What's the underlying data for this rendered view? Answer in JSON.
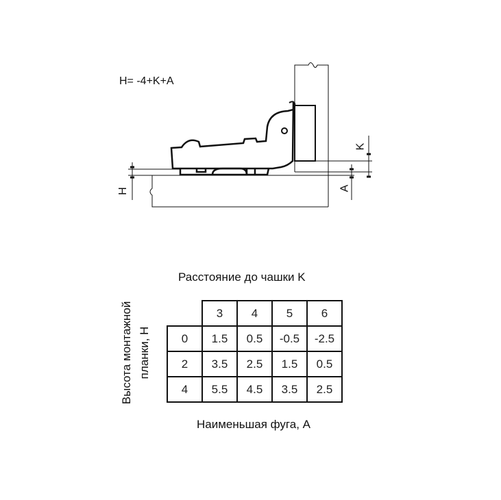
{
  "diagram": {
    "formula": "H= -4+K+A",
    "label_h": "H",
    "label_a": "A",
    "label_k": "K"
  },
  "table": {
    "title": "Расстояние до чашки K",
    "row_axis_label_line1": "Высота монтажной",
    "row_axis_label_line2": "планки, H",
    "footer": "Наименьшая фуга, A",
    "columns": [
      "3",
      "4",
      "5",
      "6"
    ],
    "rows": [
      {
        "h": "0",
        "values": [
          "1.5",
          "0.5",
          "-0.5",
          "-2.5"
        ]
      },
      {
        "h": "2",
        "values": [
          "3.5",
          "2.5",
          "1.5",
          "0.5"
        ]
      },
      {
        "h": "4",
        "values": [
          "5.5",
          "4.5",
          "3.5",
          "2.5"
        ]
      }
    ]
  }
}
